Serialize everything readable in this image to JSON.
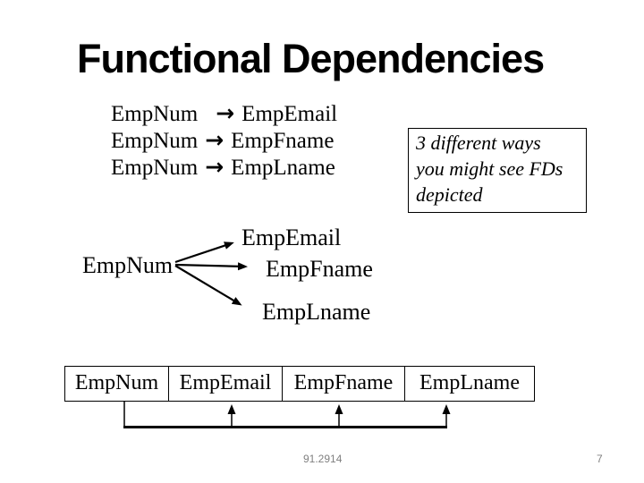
{
  "title": "Functional Dependencies",
  "fd_list": [
    {
      "lhs": "EmpNum",
      "arrow": "→",
      "rhs": "EmpEmail"
    },
    {
      "lhs": "EmpNum",
      "arrow": "→",
      "rhs": "EmpFname"
    },
    {
      "lhs": "EmpNum",
      "arrow": "→",
      "rhs": "EmpLname"
    }
  ],
  "note_box": {
    "lines": [
      "3 different ways",
      "you might see FDs",
      "depicted"
    ]
  },
  "diagram": {
    "source": "EmpNum",
    "targets": [
      "EmpEmail",
      "EmpFname",
      "EmpLname"
    ]
  },
  "table": {
    "columns": [
      "EmpNum",
      "EmpEmail",
      "EmpFname",
      "EmpLname"
    ]
  },
  "footer": {
    "left_text": "91.2914",
    "page_number": "7"
  },
  "colors": {
    "background": "#ffffff",
    "text": "#000000",
    "footer_text": "#808080"
  }
}
